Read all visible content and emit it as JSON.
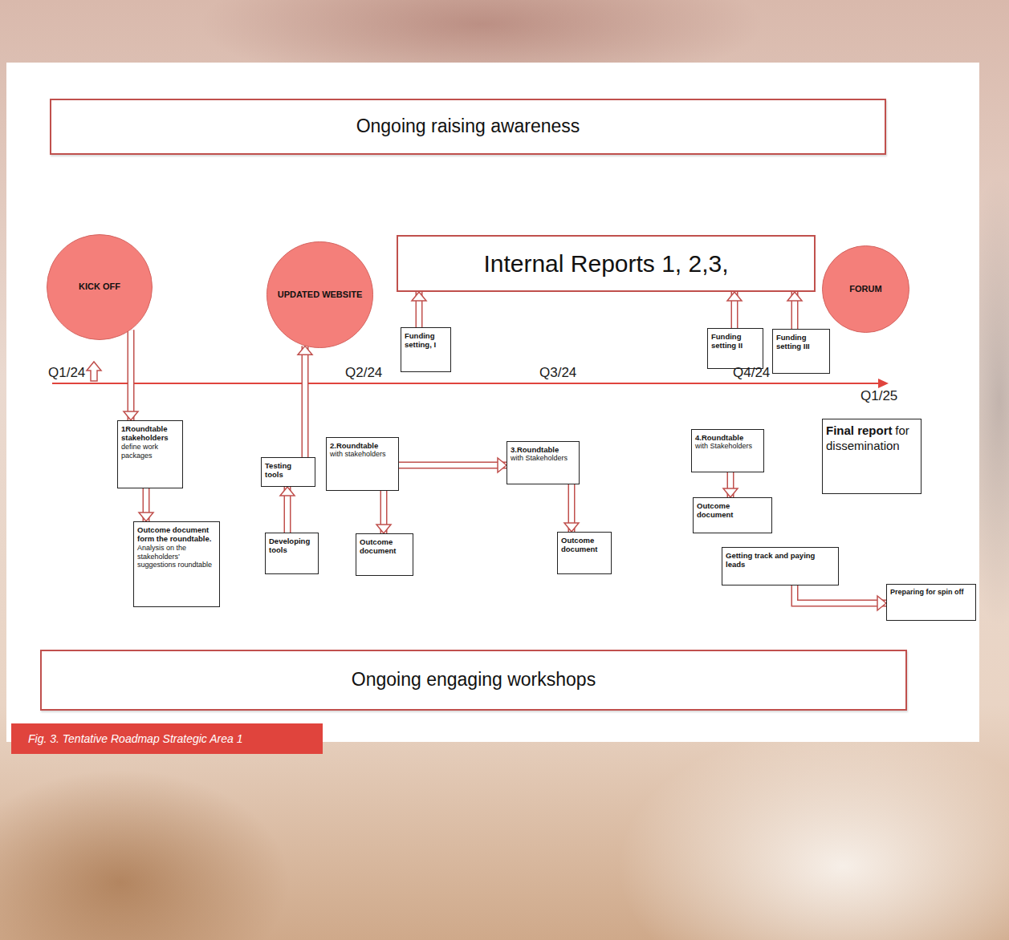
{
  "diagram": {
    "caption": "Fig. 3. Tentative Roadmap Strategic Area 1",
    "nodes": [
      {
        "text": [
          "Ongoing raising awareness"
        ]
      },
      {
        "text": [
          "KICK OFF"
        ]
      },
      {
        "text": [
          "UPDATED WEBSITE"
        ]
      },
      {
        "text": [
          "Internal Reports 1, 2,3,"
        ]
      },
      {
        "text": [
          "FORUM"
        ]
      },
      {
        "text": [
          "Funding setting, I"
        ]
      },
      {
        "text": [
          "Funding setting II"
        ]
      },
      {
        "text": [
          "Funding setting III"
        ]
      },
      {
        "text": [
          "1Roundtable stakeholders",
          "define work packages"
        ]
      },
      {
        "text": [
          "Outcome document form the roundtable.",
          "Analysis on the stakeholders’ suggestions roundtable"
        ]
      },
      {
        "text": [
          "Testing tools"
        ]
      },
      {
        "text": [
          "Developing tools"
        ]
      },
      {
        "text": [
          "2.Roundtable",
          "with stakeholders"
        ]
      },
      {
        "text": [
          "Outcome document"
        ]
      },
      {
        "text": [
          "3.Roundtable",
          "with Stakeholders"
        ]
      },
      {
        "text": [
          "Outcome document"
        ]
      },
      {
        "text": [
          "4.Roundtable",
          "with Stakeholders"
        ]
      },
      {
        "text": [
          "Outcome document"
        ]
      },
      {
        "text": [
          "Final report",
          "for dissemination"
        ]
      },
      {
        "text": [
          "Getting track and paying leads"
        ]
      },
      {
        "text": [
          "Preparing for spin off"
        ]
      },
      {
        "text": [
          "Ongoing engaging workshops"
        ]
      }
    ],
    "edges": [
      {
        "from": 1,
        "to": 8,
        "arrow": "to"
      },
      {
        "from": 8,
        "to": 9,
        "arrow": "to"
      },
      {
        "from": 11,
        "to": 10,
        "arrow": "to"
      },
      {
        "from": 10,
        "to": 2,
        "arrow": "to"
      },
      {
        "from": 12,
        "to": 13,
        "arrow": "to"
      },
      {
        "from": 12,
        "to": 14,
        "arrow": "to"
      },
      {
        "from": 14,
        "to": 15,
        "arrow": "to"
      },
      {
        "from": 16,
        "to": 17,
        "arrow": "to"
      },
      {
        "from": 5,
        "to": 3,
        "arrow": "to"
      },
      {
        "from": 6,
        "to": 3,
        "arrow": "to"
      },
      {
        "from": 7,
        "to": 3,
        "arrow": "to"
      },
      {
        "from": 19,
        "to": 20,
        "arrow": "to"
      }
    ],
    "labels": [
      "Q1/24",
      "Q2/24",
      "Q3/24",
      "Q4/24",
      "Q1/25"
    ]
  }
}
